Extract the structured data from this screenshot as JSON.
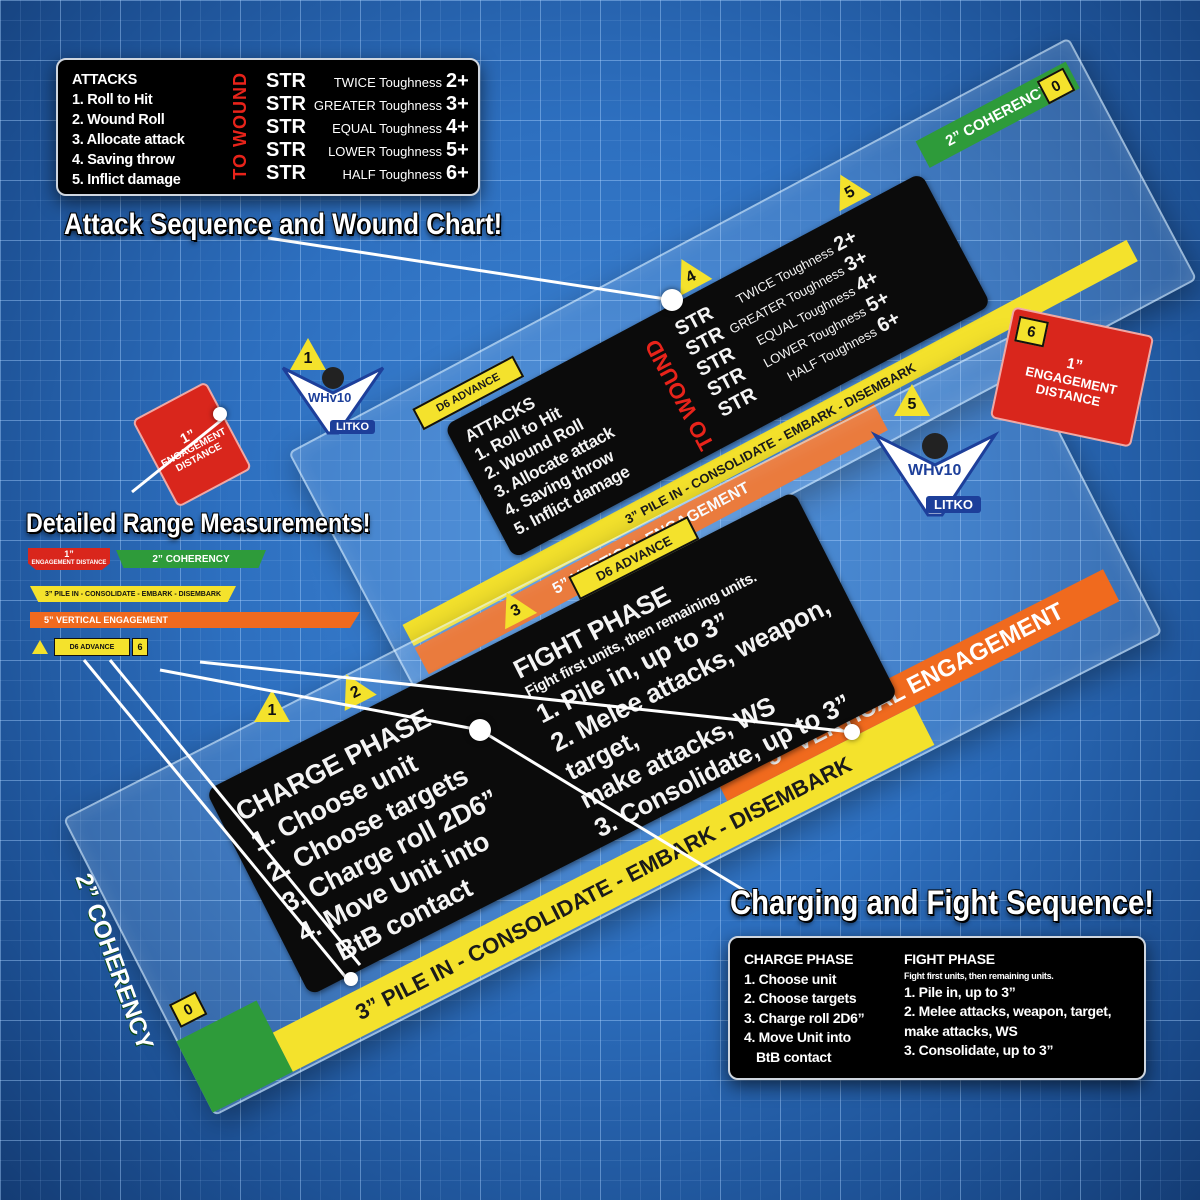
{
  "callouts": {
    "attack_title": "Attack Sequence and Wound Chart!",
    "range_title": "Detailed Range Measurements!",
    "charge_title": "Charging and Fight Sequence!"
  },
  "attacks_box": {
    "heading": "ATTACKS",
    "steps": [
      "1. Roll to Hit",
      "2. Wound Roll",
      "3. Allocate attack",
      "4. Saving throw",
      "5. Inflict damage"
    ],
    "to_wound_label": "TO WOUND",
    "wound_chart": [
      {
        "str": "STR",
        "condition": "TWICE Toughness",
        "roll": "2+"
      },
      {
        "str": "STR",
        "condition": "GREATER Toughness",
        "roll": "3+"
      },
      {
        "str": "STR",
        "condition": "EQUAL Toughness",
        "roll": "4+"
      },
      {
        "str": "STR",
        "condition": "LOWER Toughness",
        "roll": "5+"
      },
      {
        "str": "STR",
        "condition": "HALF Toughness",
        "roll": "6+"
      }
    ]
  },
  "phase_box": {
    "charge_heading": "CHARGE PHASE",
    "charge_steps": [
      "1. Choose unit",
      "2. Choose targets",
      "3. Charge roll 2D6”",
      "4. Move Unit into",
      "BtB contact"
    ],
    "fight_heading": "FIGHT PHASE",
    "fight_note": "Fight first units, then remaining units.",
    "fight_steps": [
      "1. Pile in, up to 3”",
      "2. Melee attacks, weapon, target,",
      "make attacks, WS",
      "3. Consolidate, up to 3”"
    ]
  },
  "range_legend": {
    "engagement_1": "1”",
    "engagement_label": "ENGAGEMENT DISTANCE",
    "coherency": "2” COHERENCY",
    "pile_in": "3” PILE IN - CONSOLIDATE - EMBARK - DISEMBARK",
    "vertical": "5” VERTICAL ENGAGEMENT",
    "d6_advance": "D6 ADVANCE",
    "d6_num": "6"
  },
  "template_labels": {
    "coherency": "2” COHERENCY",
    "pile_in": "3” PILE IN - CONSOLIDATE - EMBARK - DISEMBARK",
    "vertical": "5” VERTICAL ENGAGEMENT",
    "d6_advance": "D6 ADVANCE",
    "engagement_num": "1”",
    "engagement_label": "ENGAGEMENT DISTANCE",
    "zero": "0",
    "six": "6",
    "marker_1": "1",
    "marker_2": "2",
    "marker_3": "3",
    "marker_4": "4",
    "marker_5": "5"
  },
  "logo": {
    "brand": "WHv10",
    "maker": "LITKO"
  },
  "colors": {
    "green": "#2e9b3a",
    "yellow": "#f4e22c",
    "orange": "#f06a1e",
    "red": "#d9261c",
    "to_wound_red": "#e8231a"
  }
}
